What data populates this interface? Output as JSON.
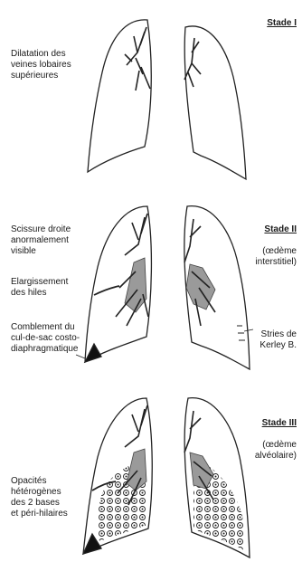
{
  "stage1": {
    "title": "Stade I",
    "label_left": "Dilatation des\nveines lobaires\nsupérieures"
  },
  "stage2": {
    "title": "Stade II",
    "subtitle": "(œdème\ninterstitiel)",
    "label_scissure": "Scissure droite\nanormalement\nvisible",
    "label_hiles": "Elargissement\ndes hiles",
    "label_comblement": "Comblement du\ncul-de-sac costo-\ndiaphragmatique",
    "label_kerley": "Stries de\nKerley B."
  },
  "stage3": {
    "title": "Stade III",
    "subtitle": "(œdème\nalvéolaire)",
    "label_opacites": "Opacités\nhétérogènes\ndes 2 bases\net péri-hilaires"
  }
}
